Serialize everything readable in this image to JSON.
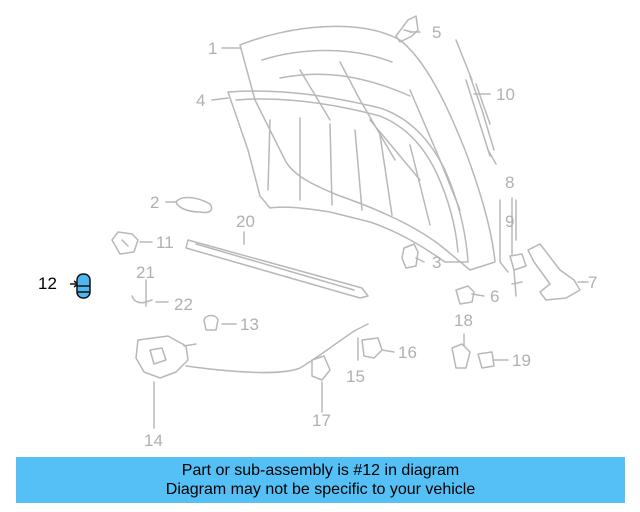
{
  "diagram": {
    "highlight_part": "12",
    "colors": {
      "line": "#b8b8b8",
      "highlight_fill": "#4db8ef",
      "highlight_line": "#111111",
      "banner_bg": "#55c0f5"
    },
    "callouts": [
      {
        "key": "c1",
        "label": "1"
      },
      {
        "key": "c2",
        "label": "2"
      },
      {
        "key": "c3",
        "label": "3"
      },
      {
        "key": "c4",
        "label": "4"
      },
      {
        "key": "c5",
        "label": "5"
      },
      {
        "key": "c6",
        "label": "6"
      },
      {
        "key": "c7",
        "label": "7"
      },
      {
        "key": "c8",
        "label": "8"
      },
      {
        "key": "c9",
        "label": "9"
      },
      {
        "key": "c10",
        "label": "10"
      },
      {
        "key": "c11",
        "label": "11"
      },
      {
        "key": "c12",
        "label": "12"
      },
      {
        "key": "c13",
        "label": "13"
      },
      {
        "key": "c14",
        "label": "14"
      },
      {
        "key": "c15",
        "label": "15"
      },
      {
        "key": "c16",
        "label": "16"
      },
      {
        "key": "c17",
        "label": "17"
      },
      {
        "key": "c18",
        "label": "18"
      },
      {
        "key": "c19",
        "label": "19"
      },
      {
        "key": "c20",
        "label": "20"
      },
      {
        "key": "c21",
        "label": "21"
      },
      {
        "key": "c22",
        "label": "22"
      }
    ]
  },
  "banner": {
    "line1": "Part or sub-assembly is #12 in diagram",
    "line2": "Diagram may not be specific to your vehicle"
  }
}
